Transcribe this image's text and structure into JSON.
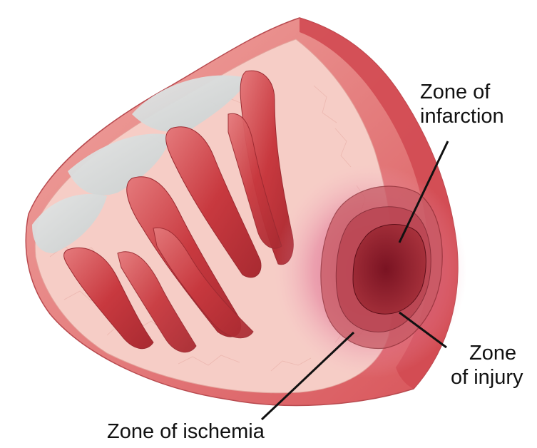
{
  "labels": {
    "infarction": {
      "line1": "Zone of",
      "line2": "infarction"
    },
    "injury": {
      "line1": "Zone",
      "line2": "of injury"
    },
    "ischemia": {
      "text": "Zone of ischemia"
    }
  },
  "colors": {
    "background": "#ffffff",
    "muscle_light": "#f5c9c2",
    "muscle_wall": "#d9575b",
    "papillary": "#c94146",
    "valve_gray": "#d8dcdc",
    "ischemia_zone": "#d8457a",
    "injury_zone": "#c8555c",
    "infarction_zone": "#8e1e2c",
    "leader_lines": "#111111"
  }
}
